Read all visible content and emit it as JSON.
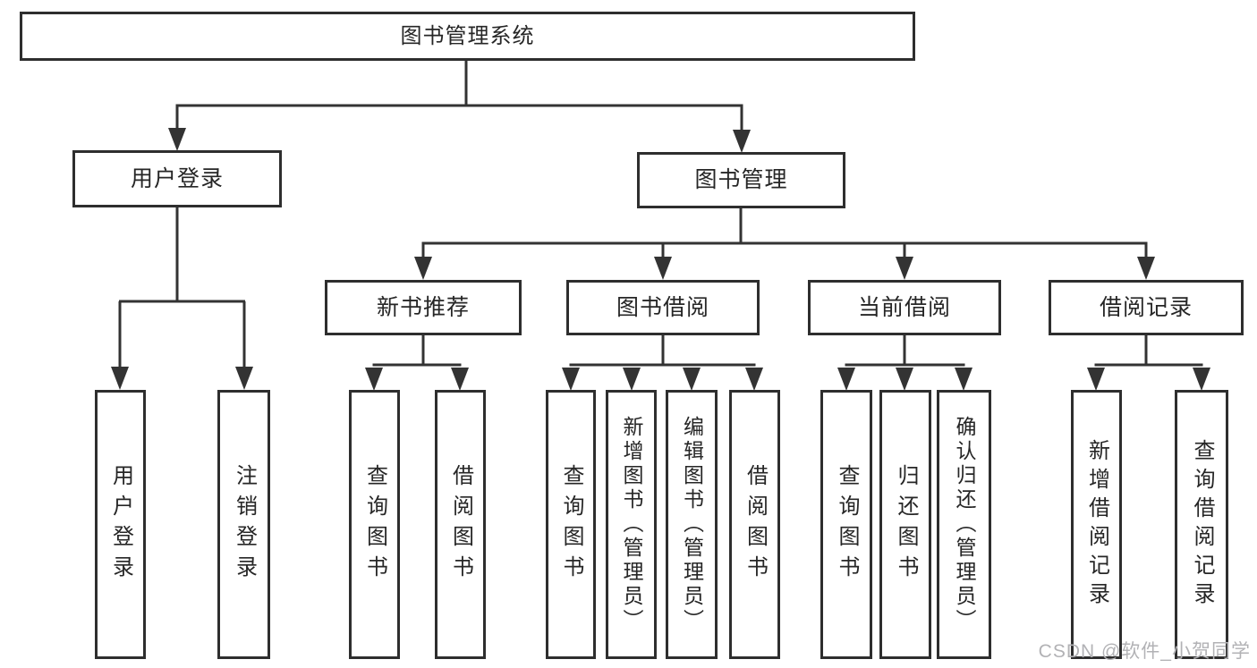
{
  "diagram": {
    "root": {
      "label": "图书管理系统"
    },
    "branches": [
      {
        "label": "用户登录",
        "children": [
          {
            "label": "用户登录"
          },
          {
            "label": "注销登录"
          }
        ]
      },
      {
        "label": "图书管理",
        "groups": [
          {
            "label": "新书推荐",
            "children": [
              {
                "label": "查询图书"
              },
              {
                "label": "借阅图书"
              }
            ]
          },
          {
            "label": "图书借阅",
            "children": [
              {
                "label": "查询图书"
              },
              {
                "label": "新增图书（管理员）"
              },
              {
                "label": "编辑图书（管理员）"
              },
              {
                "label": "借阅图书"
              }
            ]
          },
          {
            "label": "当前借阅",
            "children": [
              {
                "label": "查询图书"
              },
              {
                "label": "归还图书"
              },
              {
                "label": "确认归还（管理员）"
              }
            ]
          },
          {
            "label": "借阅记录",
            "children": [
              {
                "label": "新增借阅记录"
              },
              {
                "label": "查询借阅记录"
              }
            ]
          }
        ]
      }
    ]
  },
  "watermark": {
    "label": "CSDN @软件_小贺同学"
  },
  "colors": {
    "line": "#333333",
    "box_border": "#2e2e2e",
    "text": "#262626",
    "background": "#ffffff",
    "watermark": "#b2b2b5"
  }
}
